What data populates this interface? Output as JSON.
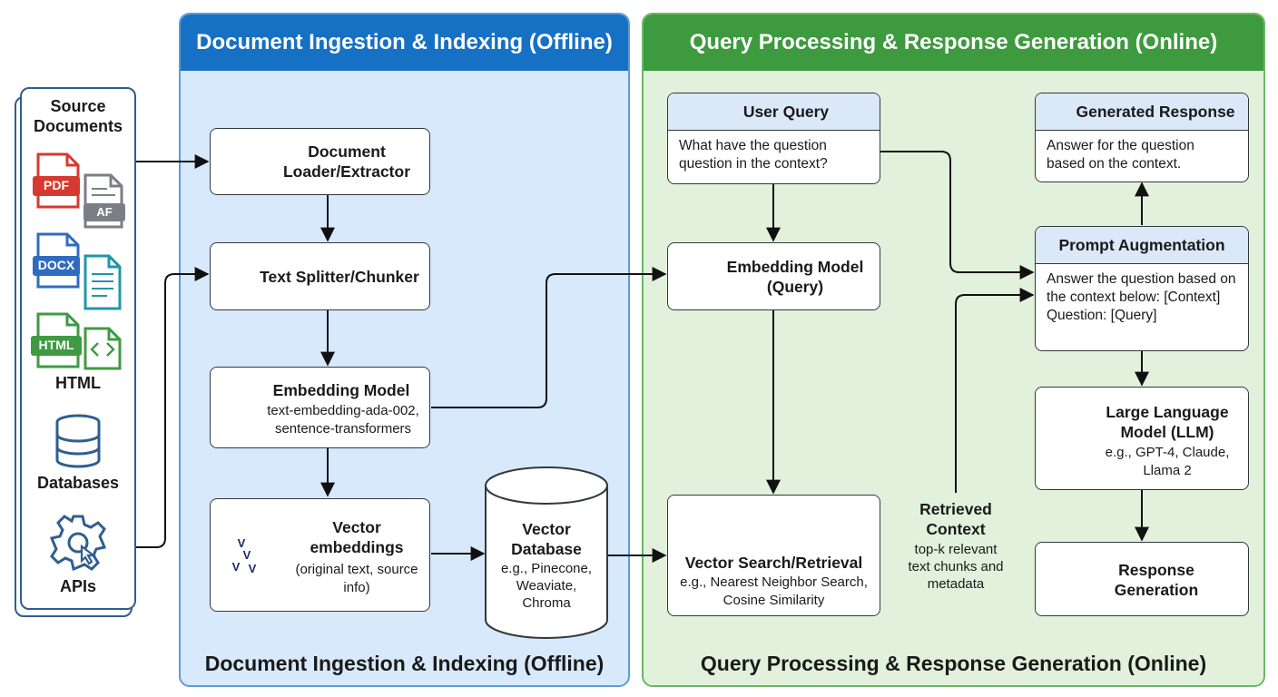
{
  "panels": {
    "ingestion_title": "Document Ingestion & Indexing (Offline)",
    "ingestion_footer": "Document Ingestion & Indexing (Offline)",
    "query_title": "Query Processing & Response Generation (Online)",
    "query_footer": "Query Processing & Response Generation (Online)"
  },
  "sources": {
    "title": "Source Documents",
    "pdf_badge": "PDF",
    "file_badge": "AF",
    "docx_badge": "DOCX",
    "html_badge": "HTML",
    "html_label": "HTML",
    "databases_label": "Databases",
    "apis_label": "APIs"
  },
  "ingestion": {
    "loader_title": "Document Loader/Extractor",
    "splitter_title": "Text Splitter/Chunker",
    "embed_title": "Embedding Model",
    "embed_sub": "text-embedding-ada-002, sentence-transformers",
    "vectors_title": "Vector embeddings",
    "vectors_sub": "(original text, source info)",
    "vectors_glyph": "V",
    "vectordb_title": "Vector Database",
    "vectordb_sub": "e.g., Pinecone, Weaviate, Chroma"
  },
  "query": {
    "user_query_title": "User Query",
    "user_query_text": "What have the question question in the context?",
    "embed_title": "Embedding Model (Query)",
    "search_title": "Vector Search/Retrieval",
    "search_sub": "e.g., Nearest Neighbor Search, Cosine Similarity",
    "retrieved_title": "Retrieved Context",
    "retrieved_sub": "top-k relevant text chunks and metadata",
    "response_title": "Generated Response",
    "response_text": "Answer for the question based on the context.",
    "prompt_title": "Prompt Augmentation",
    "prompt_text": "Answer the question based on the context below: [Context] Question: [Query]",
    "llm_title": "Large Language Model (LLM)",
    "llm_sub": "e.g., GPT-4, Claude, Llama 2",
    "gen_title": "Response Generation"
  },
  "colors": {
    "ingestion_header": "#1670c4",
    "ingestion_bg": "#d7e9fb",
    "query_header": "#3d9a3e",
    "query_bg": "#e1f1dc",
    "pdf_red": "#d63a2f",
    "docx_blue": "#2f6cc0",
    "html_green": "#3f9a43"
  }
}
